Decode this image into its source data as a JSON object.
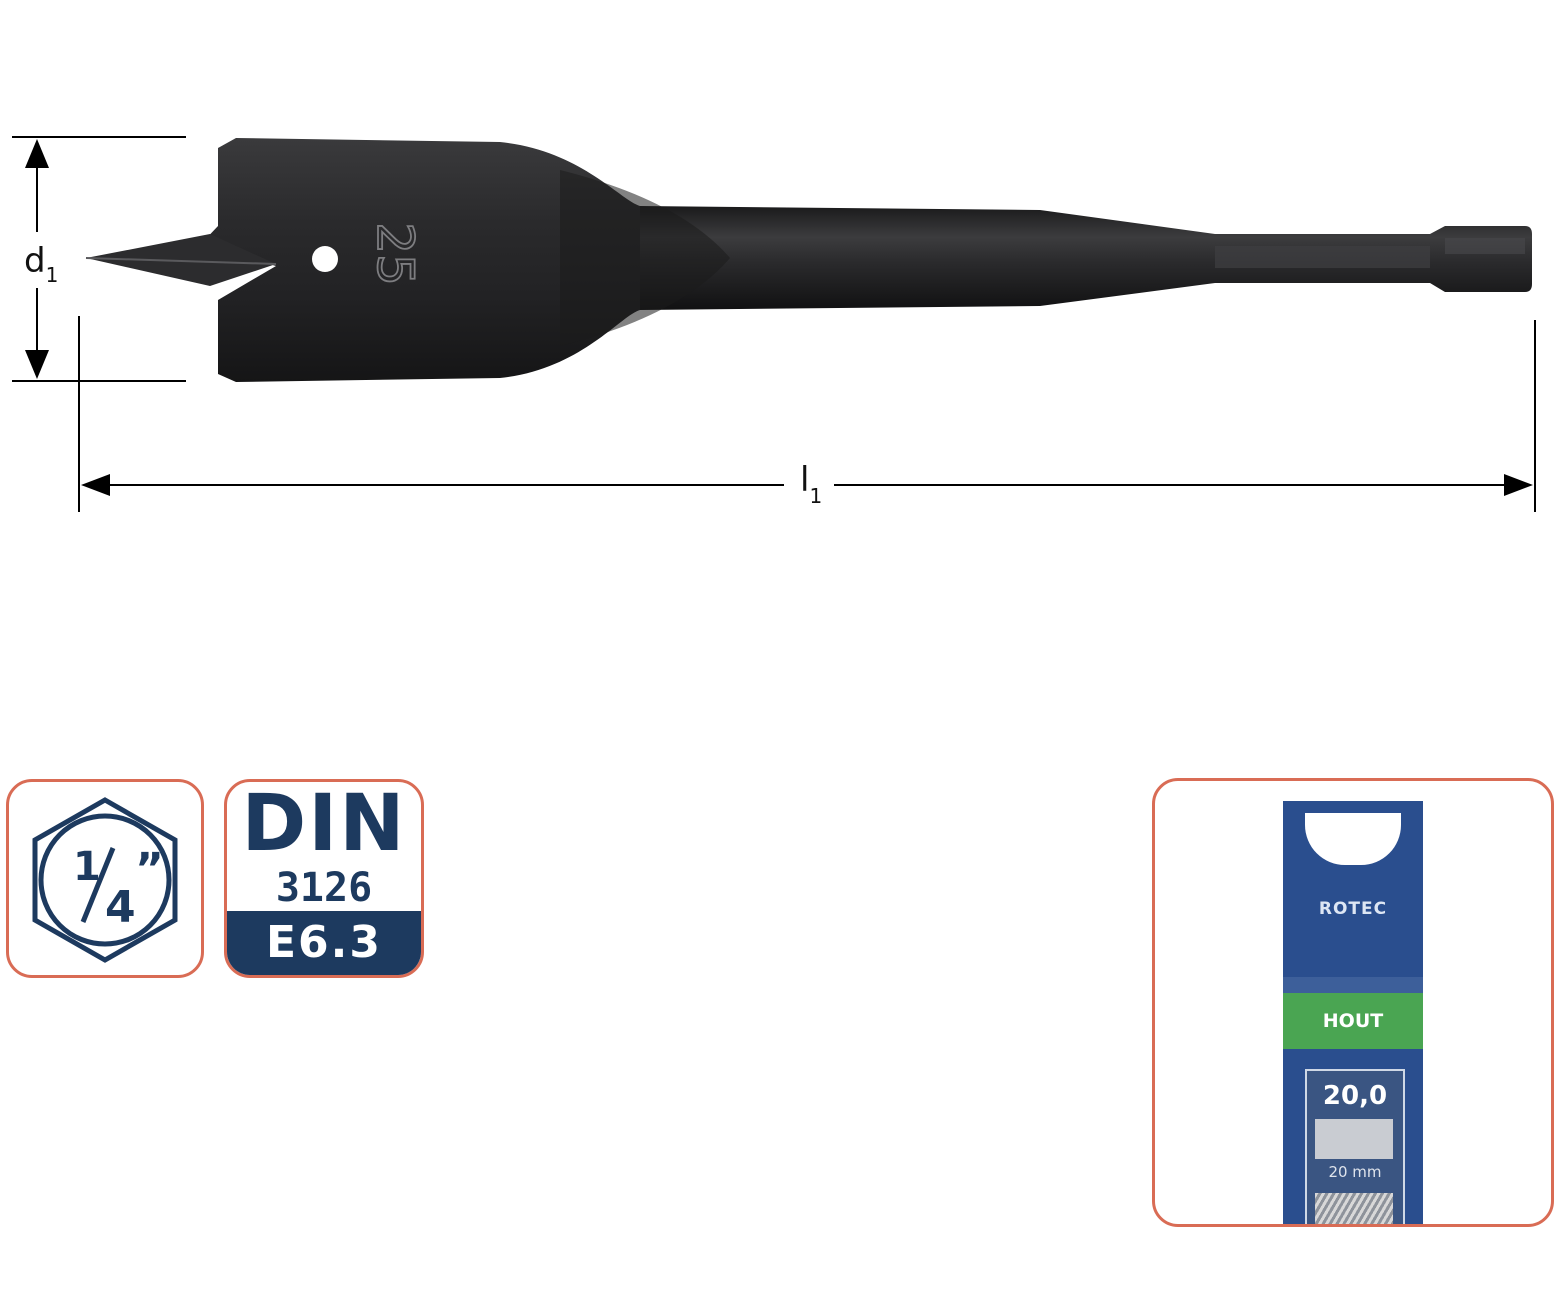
{
  "diagram": {
    "blade_number": "25",
    "dim_diameter": {
      "main": "d",
      "sub": "1"
    },
    "dim_length": {
      "main": "l",
      "sub": "1"
    }
  },
  "badges": {
    "shank": {
      "numerator": "1",
      "denominator": "4",
      "symbol": "”"
    },
    "standard": {
      "title": "DIN",
      "number": "3126",
      "code": "E6.3"
    }
  },
  "package": {
    "brand": "ROTEC",
    "category": "HOUT",
    "size": "20,0",
    "unit": "20 mm"
  },
  "colors": {
    "navy": "#1d3a5f",
    "badge_border": "#d96c55",
    "pack_blue": "#2a4e8e",
    "pack_green": "#4aa552",
    "steel": "#2b2b2d"
  }
}
